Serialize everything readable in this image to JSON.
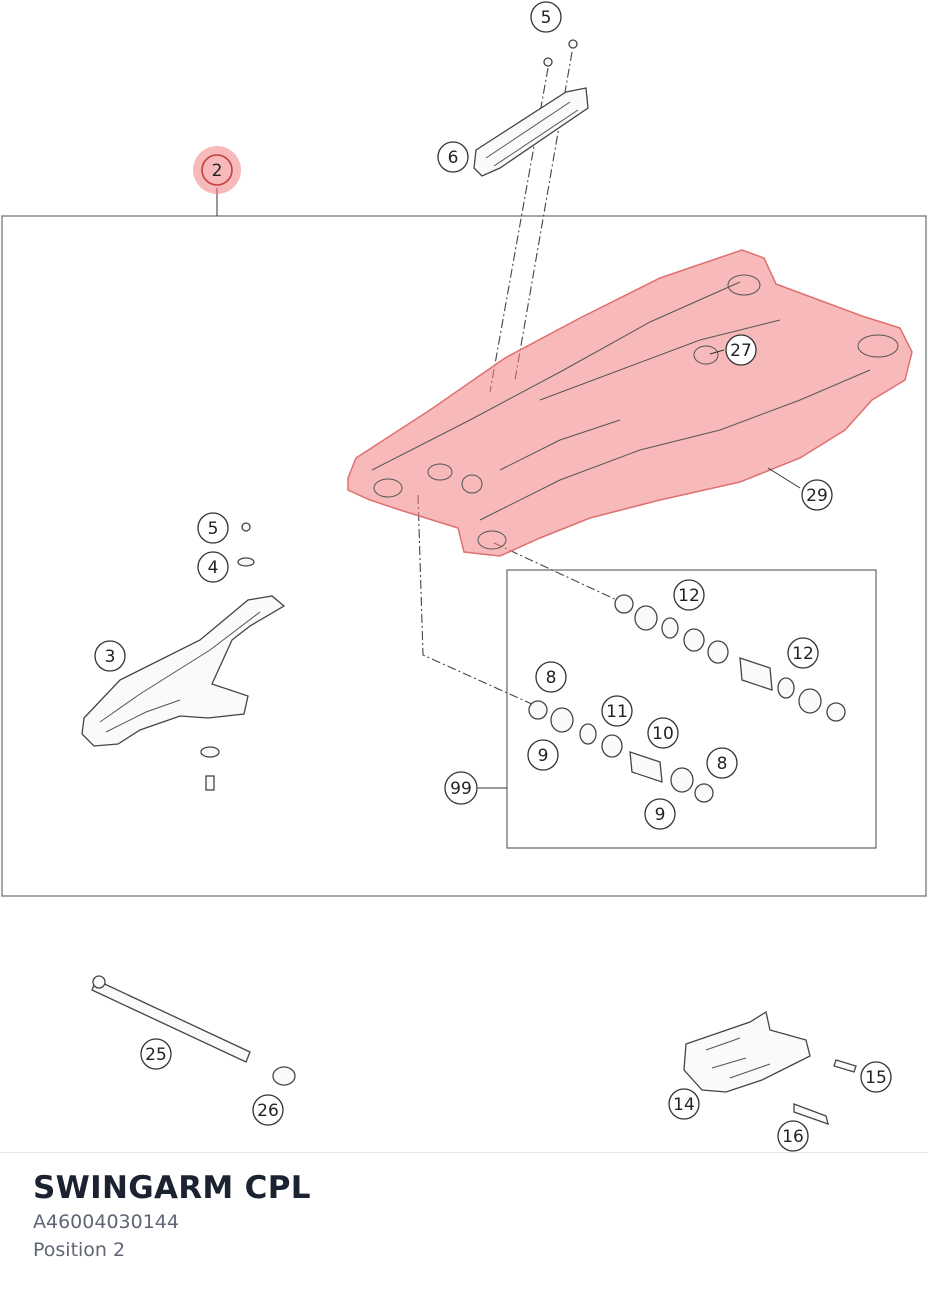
{
  "part": {
    "title": "SWINGARM CPL",
    "number": "A46004030144",
    "position": "Position 2"
  },
  "diagram": {
    "highlight_color": "#f08080",
    "callouts": [
      "2",
      "3",
      "4",
      "5",
      "5",
      "6",
      "8",
      "8",
      "9",
      "9",
      "10",
      "11",
      "12",
      "12",
      "14",
      "15",
      "16",
      "25",
      "26",
      "27",
      "29",
      "99"
    ]
  }
}
